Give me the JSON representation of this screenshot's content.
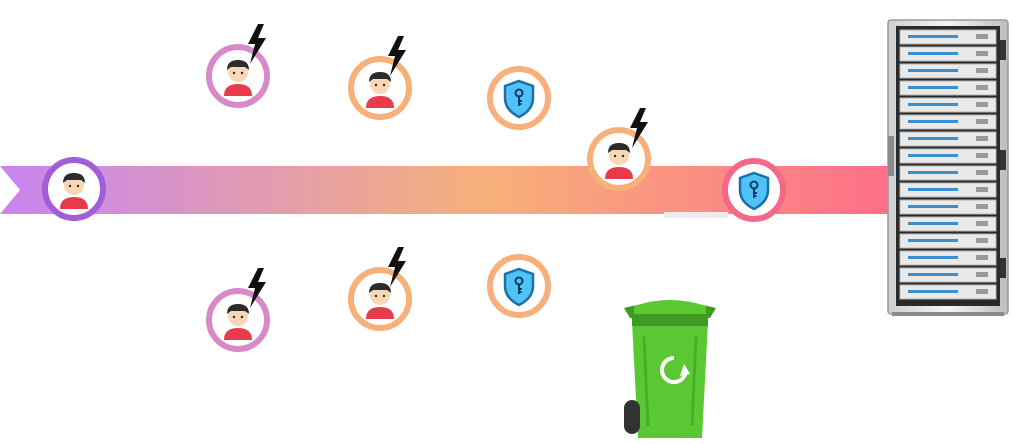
{
  "colors": {
    "band_start": "#c884f0",
    "band_mid": "#f7b07a",
    "band_end": "#fd6f89",
    "ring_violet": "#a25ed6",
    "ring_pink": "#d889c7",
    "ring_orange": "#f7b07a",
    "ring_red": "#f4698a",
    "bolt": "#111111",
    "shirt": "#e83a4a",
    "skin": "#f7d7b4",
    "hair": "#2c2c2c",
    "shield_fill": "#4fc3f7",
    "shield_stroke": "#1e6ea8",
    "bin_green": "#59c832",
    "bin_dark_green": "#3e9a22",
    "server_body": "#e6e6e6"
  },
  "icons": {
    "sender": "user-icon",
    "attacker": "hacker-icon",
    "secure_node": "key-shield-icon",
    "destination": "server-rack-icon",
    "discard": "recycle-bin-icon",
    "lightning": "lightning-bolt-icon"
  },
  "nodes": {
    "sender": {
      "kind": "user",
      "ring": "violet"
    },
    "attacker_top_1": {
      "kind": "attacker",
      "ring": "pink"
    },
    "attacker_top_2": {
      "kind": "attacker",
      "ring": "orange"
    },
    "shield_top": {
      "kind": "shield",
      "ring": "orange"
    },
    "attacker_on_flow": {
      "kind": "attacker",
      "ring": "orange"
    },
    "shield_on_flow": {
      "kind": "shield",
      "ring": "red"
    },
    "attacker_bottom_1": {
      "kind": "attacker",
      "ring": "pink"
    },
    "attacker_bottom_2": {
      "kind": "attacker",
      "ring": "orange"
    },
    "shield_bottom": {
      "kind": "shield",
      "ring": "orange"
    }
  }
}
